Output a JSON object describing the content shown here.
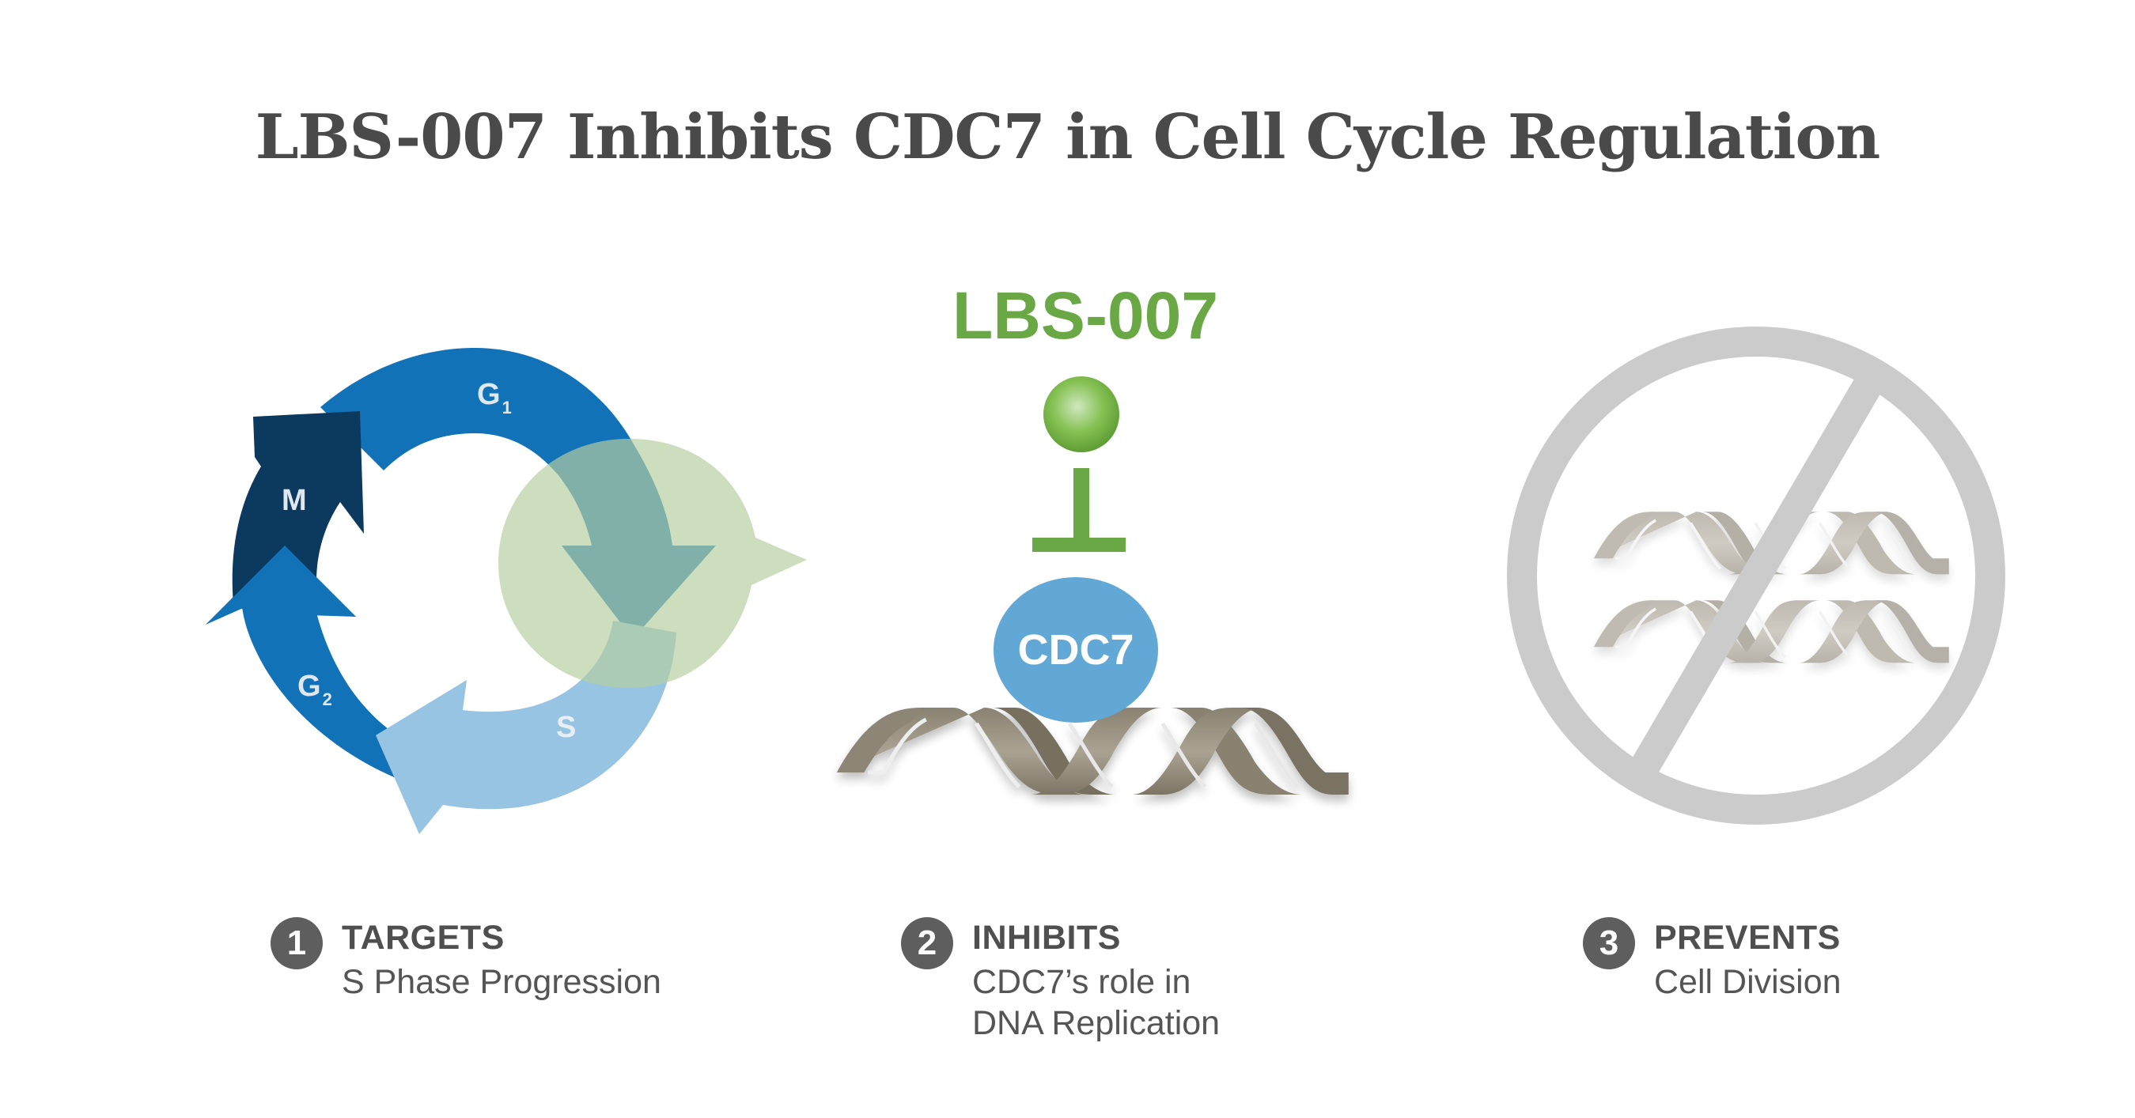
{
  "title": "LBS-007 Inhibits CDC7 in Cell Cycle Regulation",
  "colors": {
    "title": "#4a4a4a",
    "g1_arrow": "#1272b8",
    "g2_arrow": "#1272b8",
    "m_arrow": "#0b3a5e",
    "s_arrow": "#97c4e2",
    "s_phase_highlight": "#c7dbb8",
    "g1_to_s_overlap": "#21877f",
    "drug_green": "#6aa845",
    "cdc7_blue": "#62a8d6",
    "dna_tan": "#a59d8c",
    "prohibit_gray": "#cbcbcb",
    "badge_gray": "#5e5e5e"
  },
  "cell_cycle": {
    "phases": [
      {
        "label": "G",
        "sub": "1"
      },
      {
        "label": "S",
        "sub": ""
      },
      {
        "label": "G",
        "sub": "2"
      },
      {
        "label": "M",
        "sub": ""
      }
    ]
  },
  "mechanism": {
    "drug_label": "LBS-007",
    "target_label": "CDC7"
  },
  "steps": [
    {
      "number": "1",
      "heading": "TARGETS",
      "lines": [
        "S Phase Progression"
      ]
    },
    {
      "number": "2",
      "heading": "INHIBITS",
      "lines": [
        "CDC7’s role in",
        "DNA Replication"
      ]
    },
    {
      "number": "3",
      "heading": "PREVENTS",
      "lines": [
        "Cell Division"
      ]
    }
  ]
}
